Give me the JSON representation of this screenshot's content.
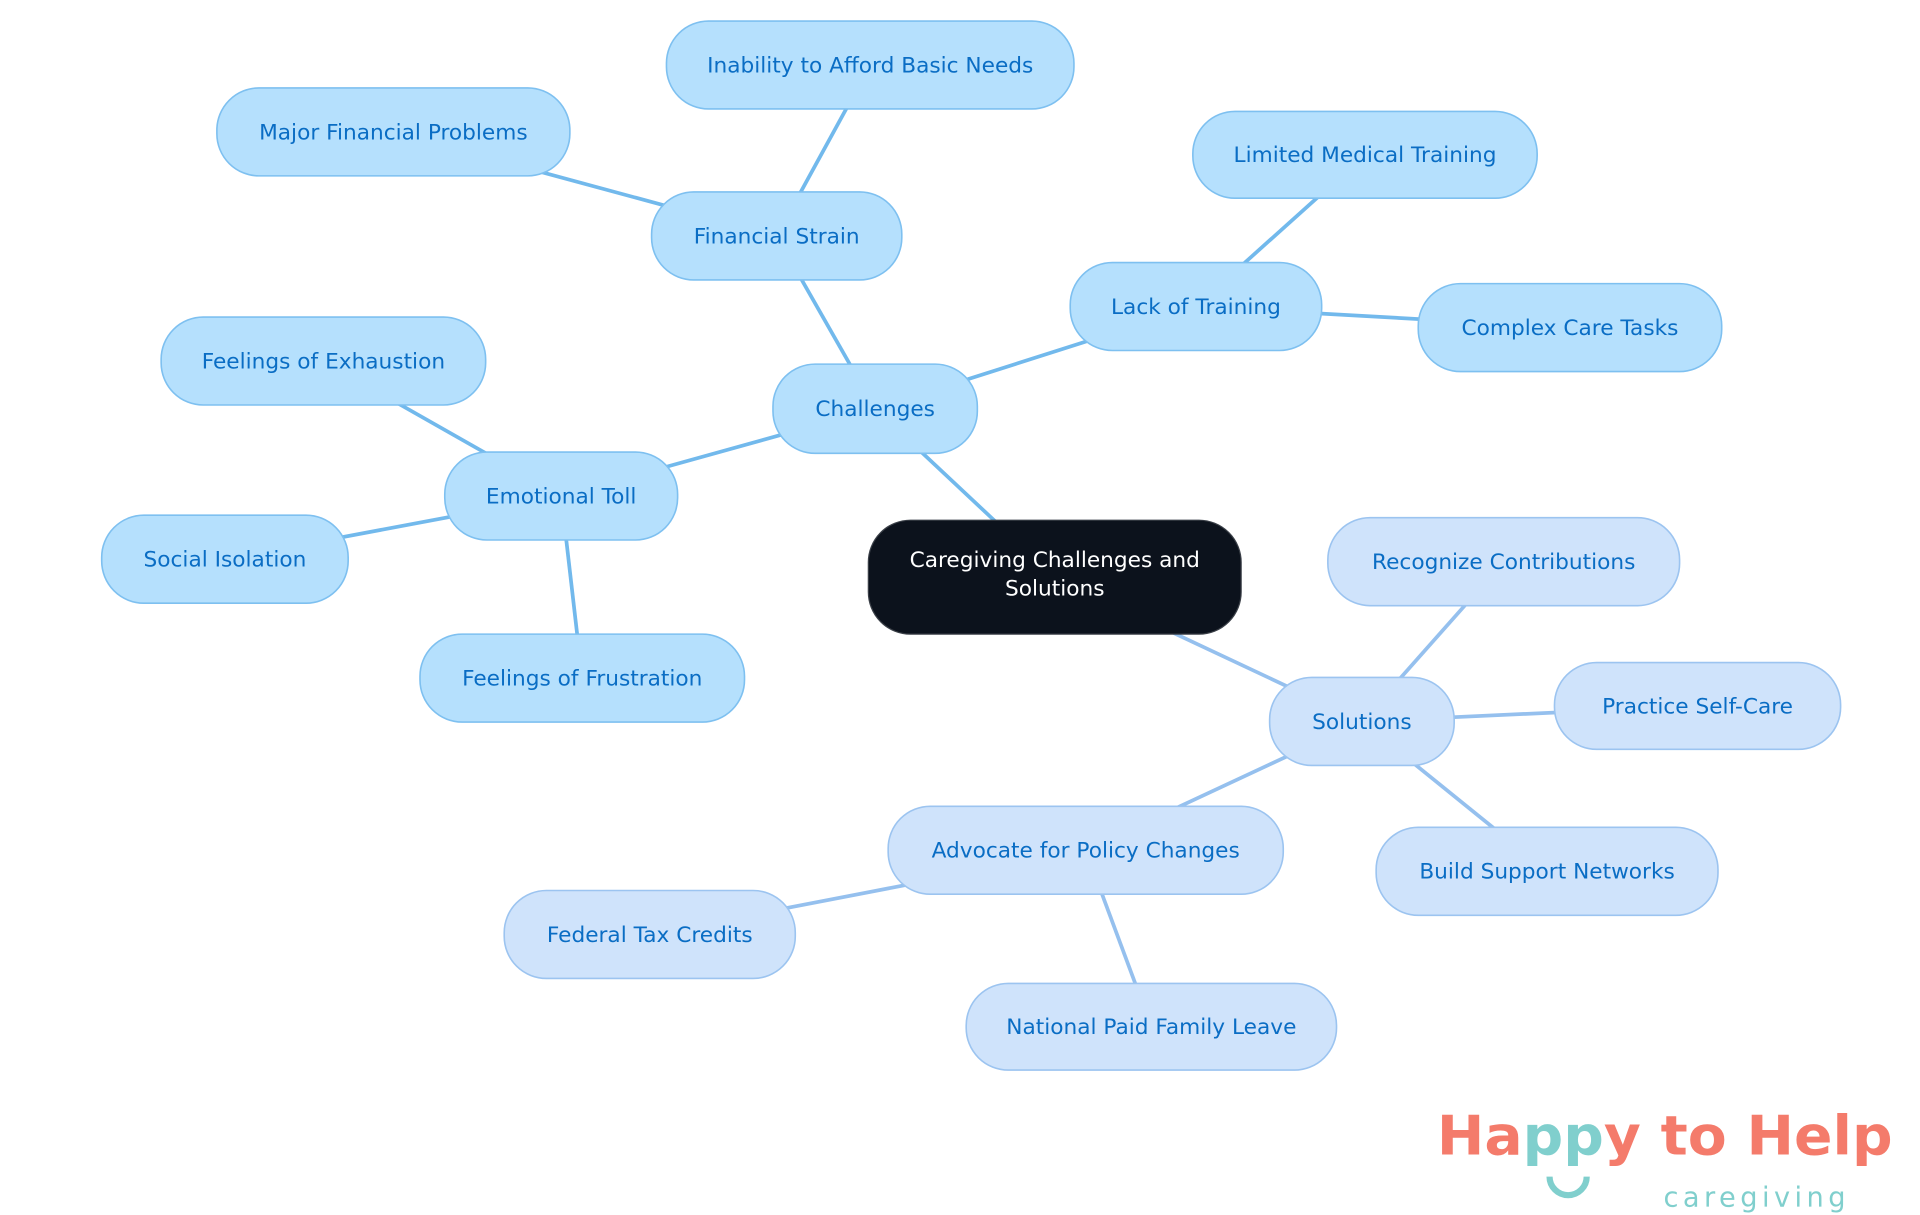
{
  "colors": {
    "root_fill": "#0c121c",
    "root_text": "#ffffff",
    "challenges_fill": "#b5e0fd",
    "challenges_stroke": "#7ec0f0",
    "challenges_line": "#72b9ec",
    "solutions_fill": "#cfe3fb",
    "solutions_stroke": "#9cc4f0",
    "solutions_line": "#95c0ee",
    "node_text": "#0a6dc4",
    "logo_coral": "#f47b6b",
    "logo_teal": "#80cfcd"
  },
  "root": {
    "id": "root",
    "label": [
      "Caregiving Challenges and",
      "Solutions"
    ]
  },
  "nodes": [
    {
      "id": "challenges",
      "label": "Challenges",
      "parent": "root",
      "branch": "challenges"
    },
    {
      "id": "financial",
      "label": "Financial Strain",
      "parent": "challenges",
      "branch": "challenges"
    },
    {
      "id": "afford",
      "label": "Inability to Afford Basic Needs",
      "parent": "financial",
      "branch": "challenges"
    },
    {
      "id": "major",
      "label": "Major Financial Problems",
      "parent": "financial",
      "branch": "challenges"
    },
    {
      "id": "training",
      "label": "Lack of Training",
      "parent": "challenges",
      "branch": "challenges"
    },
    {
      "id": "medical",
      "label": "Limited Medical Training",
      "parent": "training",
      "branch": "challenges"
    },
    {
      "id": "complex",
      "label": "Complex Care Tasks",
      "parent": "training",
      "branch": "challenges"
    },
    {
      "id": "emotional",
      "label": "Emotional Toll",
      "parent": "challenges",
      "branch": "challenges"
    },
    {
      "id": "exhaustion",
      "label": "Feelings of Exhaustion",
      "parent": "emotional",
      "branch": "challenges"
    },
    {
      "id": "isolation",
      "label": "Social Isolation",
      "parent": "emotional",
      "branch": "challenges"
    },
    {
      "id": "frustration",
      "label": "Feelings of Frustration",
      "parent": "emotional",
      "branch": "challenges"
    },
    {
      "id": "solutions",
      "label": "Solutions",
      "parent": "root",
      "branch": "solutions"
    },
    {
      "id": "recognize",
      "label": "Recognize Contributions",
      "parent": "solutions",
      "branch": "solutions"
    },
    {
      "id": "selfcare",
      "label": "Practice Self-Care",
      "parent": "solutions",
      "branch": "solutions"
    },
    {
      "id": "networks",
      "label": "Build Support Networks",
      "parent": "solutions",
      "branch": "solutions"
    },
    {
      "id": "advocate",
      "label": "Advocate for Policy Changes",
      "parent": "solutions",
      "branch": "solutions"
    },
    {
      "id": "tax",
      "label": "Federal Tax Credits",
      "parent": "advocate",
      "branch": "solutions"
    },
    {
      "id": "leave",
      "label": "National Paid Family Leave",
      "parent": "advocate",
      "branch": "solutions"
    }
  ],
  "logo": {
    "main_left": "Ha",
    "main_teal": "pp",
    "main_right": "y to Help",
    "sub": "caregiving"
  }
}
